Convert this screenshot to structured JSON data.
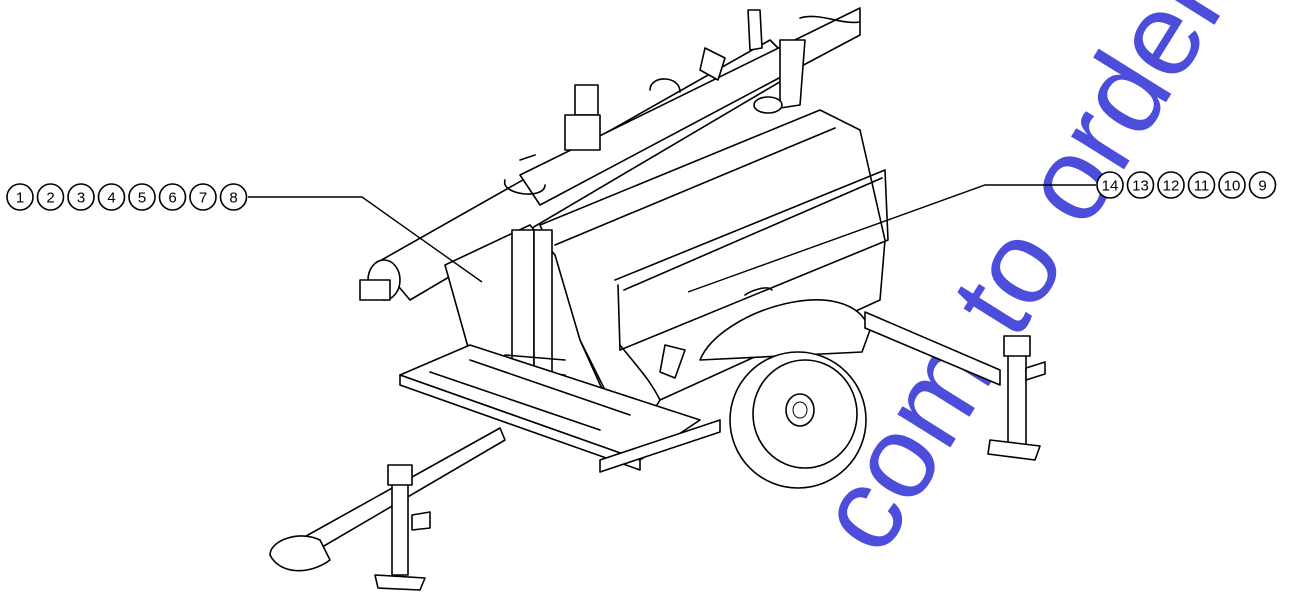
{
  "callouts_left": [
    "1",
    "2",
    "3",
    "4",
    "5",
    "6",
    "7",
    "8"
  ],
  "callouts_right": [
    "14",
    "13",
    "12",
    "11",
    "10",
    "9"
  ],
  "watermark": "com to order your",
  "colors": {
    "line": "#000000",
    "watermark": "#3a3ad8",
    "background": "#ffffff"
  }
}
